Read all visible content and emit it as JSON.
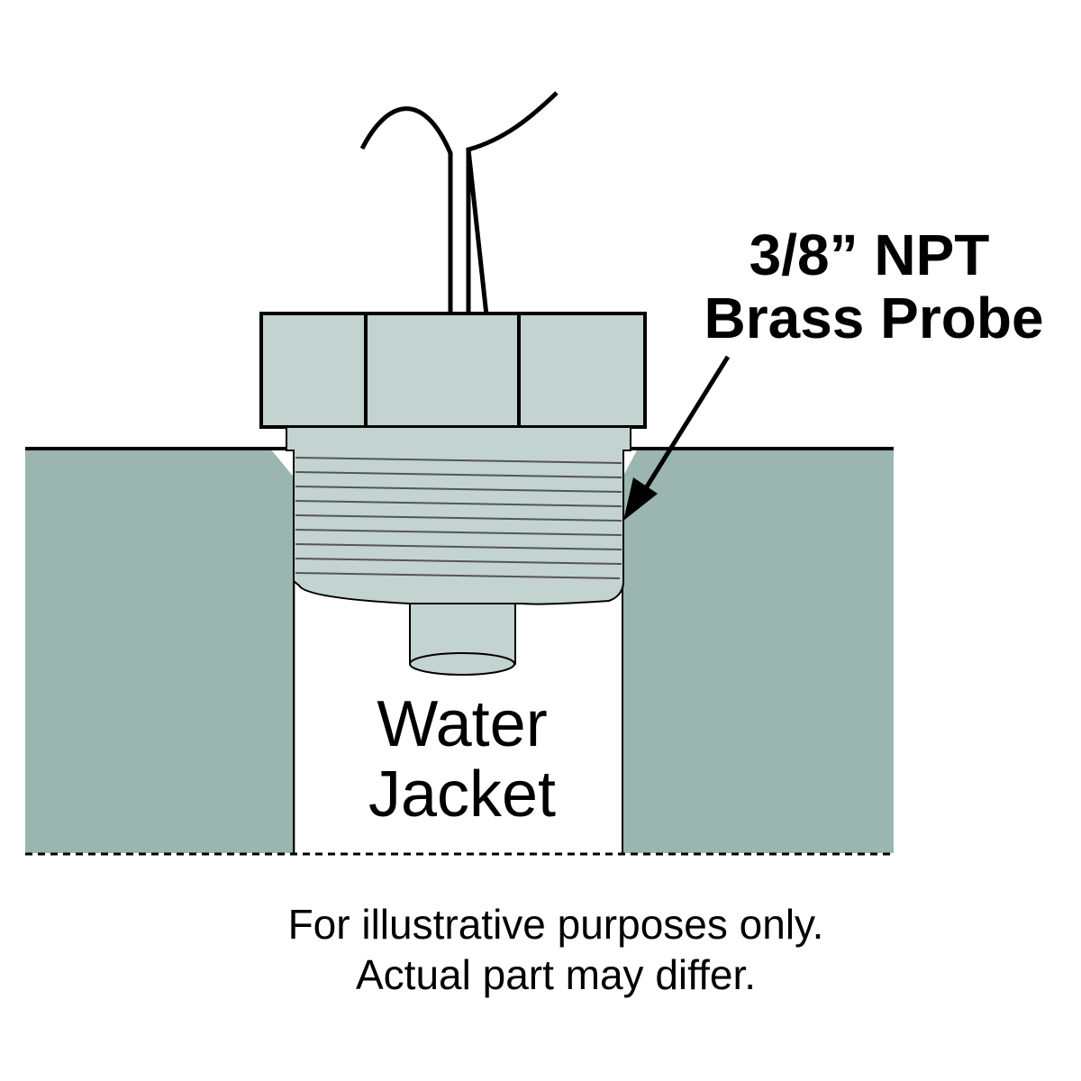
{
  "callout": {
    "line1": "3/8” NPT",
    "line2": "Brass Probe"
  },
  "chamber_label": {
    "line1": "Water",
    "line2": "Jacket"
  },
  "disclaimer": {
    "line1": "For illustrative purposes only.",
    "line2": "Actual part may differ."
  },
  "colors": {
    "block_fill": "#9bb5b1",
    "probe_fill": "#c3d3d0",
    "outline": "#000000",
    "background": "#ffffff"
  }
}
